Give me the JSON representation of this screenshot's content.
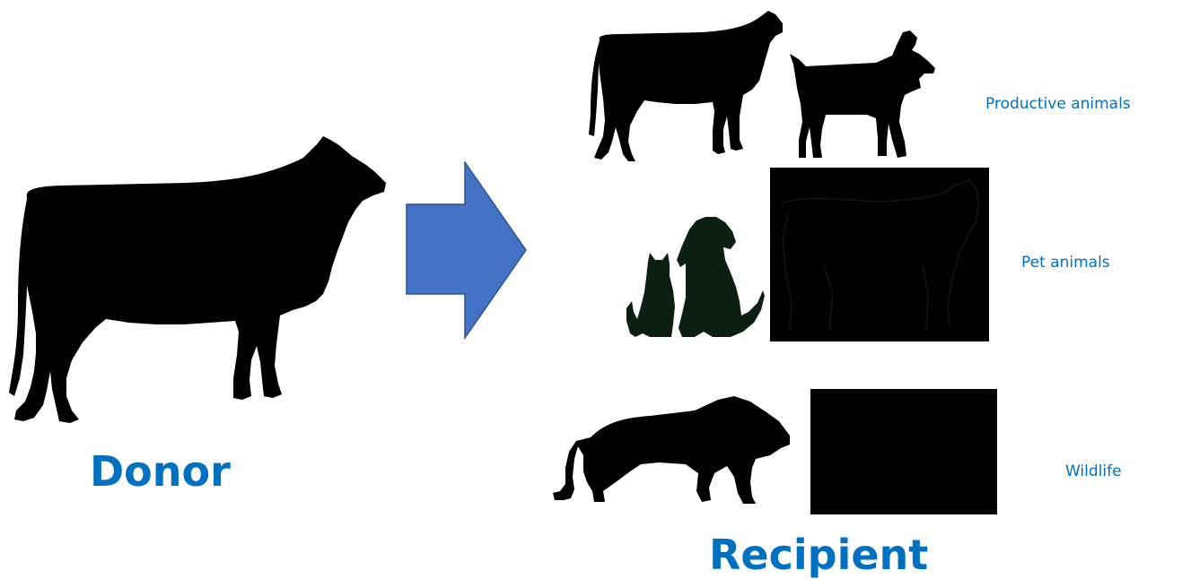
{
  "colors": {
    "label": "#0070C0",
    "arrow_fill": "#4472C4",
    "arrow_stroke": "#2F528F",
    "silhouette": "#000000",
    "pet_silhouette": "#0B1F12"
  },
  "donor": {
    "label": "Donor",
    "icon": "cow-silhouette-icon"
  },
  "arrow": {
    "icon": "right-arrow-icon"
  },
  "recipient": {
    "label": "Recipient",
    "groups": [
      {
        "label": "Productive animals",
        "icons": [
          "cow-silhouette-icon",
          "goat-silhouette-icon"
        ]
      },
      {
        "label": "Pet animals",
        "icons": [
          "cat-and-dog-silhouette-icon",
          "horse-image-icon"
        ]
      },
      {
        "label": "Wildlife",
        "icons": [
          "big-cat-silhouette-icon",
          "wildlife-image-icon"
        ]
      }
    ]
  }
}
